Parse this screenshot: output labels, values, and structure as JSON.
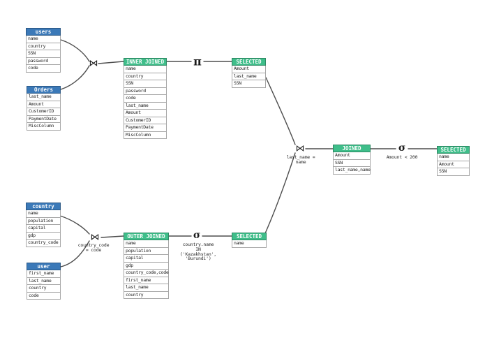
{
  "colors": {
    "canvas_bg": "#ffffff",
    "source_header": "#3b79b8",
    "derived_header": "#3fbe8a",
    "header_text": "#ffffff",
    "row_border": "#a6a6a6",
    "row_text": "#1f1f1f",
    "line": "#4d4d4d"
  },
  "tables": {
    "users": {
      "title": "users",
      "columns": [
        "name",
        "country",
        "SSN",
        "password",
        "code"
      ]
    },
    "orders": {
      "title": "Orders",
      "columns": [
        "last_name",
        "Amount",
        "CustomerID",
        "PaymentDate",
        "MiscColumn"
      ]
    },
    "inner_joined": {
      "title": "INNER JOINED",
      "columns": [
        "name",
        "country",
        "SSN",
        "password",
        "code",
        "last_name",
        "Amount",
        "CustomerID",
        "PaymentDate",
        "MiscColumn"
      ]
    },
    "selected_top": {
      "title": "SELECTED",
      "columns": [
        "Amount",
        "last_name",
        "SSN"
      ]
    },
    "country": {
      "title": "country",
      "columns": [
        "name",
        "population",
        "capital",
        "gdp",
        "country_code"
      ]
    },
    "user": {
      "title": "user",
      "columns": [
        "first_name",
        "last_name",
        "country",
        "code"
      ]
    },
    "outer_joined": {
      "title": "OUTER JOINED",
      "columns": [
        "name",
        "population",
        "capital",
        "gdp",
        "country_code,code",
        "first_name",
        "last_name",
        "country"
      ]
    },
    "selected_bottom": {
      "title": "SELECTED",
      "columns": [
        "name"
      ]
    },
    "joined": {
      "title": "JOINED",
      "columns": [
        "Amount",
        "SSN",
        "last_name,name"
      ]
    },
    "selected_final": {
      "title": "SELECTED",
      "columns": [
        "name",
        "Amount",
        "SSN"
      ]
    }
  },
  "operators": {
    "join_top": {
      "symbol": "⋈",
      "label": ""
    },
    "project_top": {
      "symbol": "π",
      "label": ""
    },
    "join_bottom": {
      "symbol": "⋈",
      "label": "country_code\n= code"
    },
    "select_bottom": {
      "symbol": "σ",
      "label": "country.name\nIN\n('Kazakhstan',\n'Burundi')"
    },
    "join_mid": {
      "symbol": "⋈",
      "label": "last_name =\nname"
    },
    "select_mid": {
      "symbol": "σ",
      "label": "Amount < 200"
    }
  }
}
